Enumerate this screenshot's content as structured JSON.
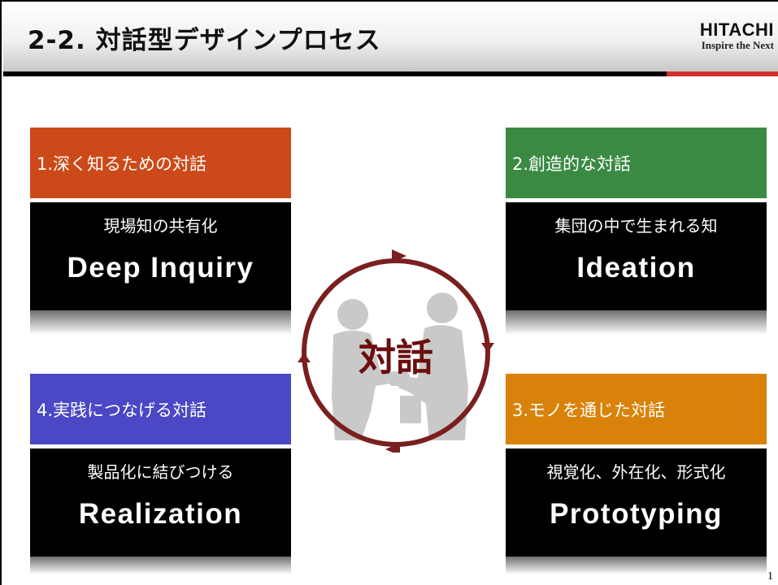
{
  "slide": {
    "title": "2‐2. 対話型デザインプロセス",
    "logo": {
      "name": "HITACHI",
      "tagline": "Inspire the Next"
    },
    "page_number": "1"
  },
  "center": {
    "label": "対話"
  },
  "cards": [
    {
      "heading": "1.深く知るための対話",
      "subtitle": "現場知の共有化",
      "english": "Deep Inquiry",
      "color": "#cc4a1a"
    },
    {
      "heading": "2.創造的な対話",
      "subtitle": "集団の中で生まれる知",
      "english": "Ideation",
      "color": "#3a8a43"
    },
    {
      "heading": "3.モノを通じた対話",
      "subtitle": "視覚化、外在化、形式化",
      "english": "Prototyping",
      "color": "#d9820a"
    },
    {
      "heading": "4.実践につなげる対話",
      "subtitle": "製品化に結びつける",
      "english": "Realization",
      "color": "#4b47c5"
    }
  ],
  "colors": {
    "cycle_arrow": "#7a1f1f",
    "silhouette": "#c9c9c9",
    "header_accent": "#d12e2e"
  }
}
